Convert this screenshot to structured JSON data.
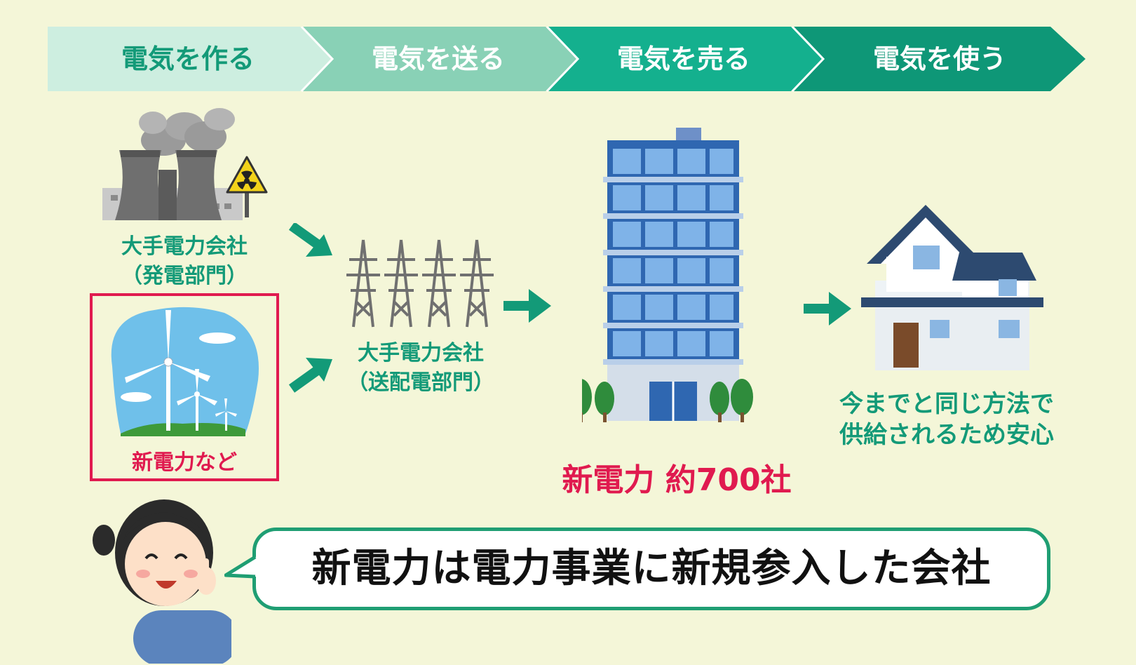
{
  "steps": [
    {
      "label": "電気を作る",
      "fill": "#cdeee0",
      "text_color": "#139a78"
    },
    {
      "label": "電気を送る",
      "fill": "#89d1b6",
      "text_color": "#ffffff"
    },
    {
      "label": "電気を売る",
      "fill": "#14b08e",
      "text_color": "#ffffff"
    },
    {
      "label": "電気を使う",
      "fill": "#0e9777",
      "text_color": "#ffffff"
    }
  ],
  "generation": {
    "major_line1": "大手電力会社",
    "major_line2": "（発電部門）",
    "new_power_label": "新電力など"
  },
  "transmission": {
    "line1": "大手電力会社",
    "line2": "（送配電部門）"
  },
  "retail": {
    "label": "新電力 約700社"
  },
  "consumer": {
    "line1": "今までと同じ方法で",
    "line2": "供給されるため安心"
  },
  "speech": {
    "text": "新電力は電力事業に新規参入した会社"
  },
  "colors": {
    "background": "#f4f6d8",
    "accent_green": "#139a78",
    "accent_red": "#e01a4f",
    "arrow": "#139a78"
  },
  "icons": [
    "power-plant-icon",
    "radiation-warning-icon",
    "wind-turbine-icon",
    "transmission-tower-icon",
    "office-building-icon",
    "house-icon",
    "woman-pointing-icon"
  ]
}
